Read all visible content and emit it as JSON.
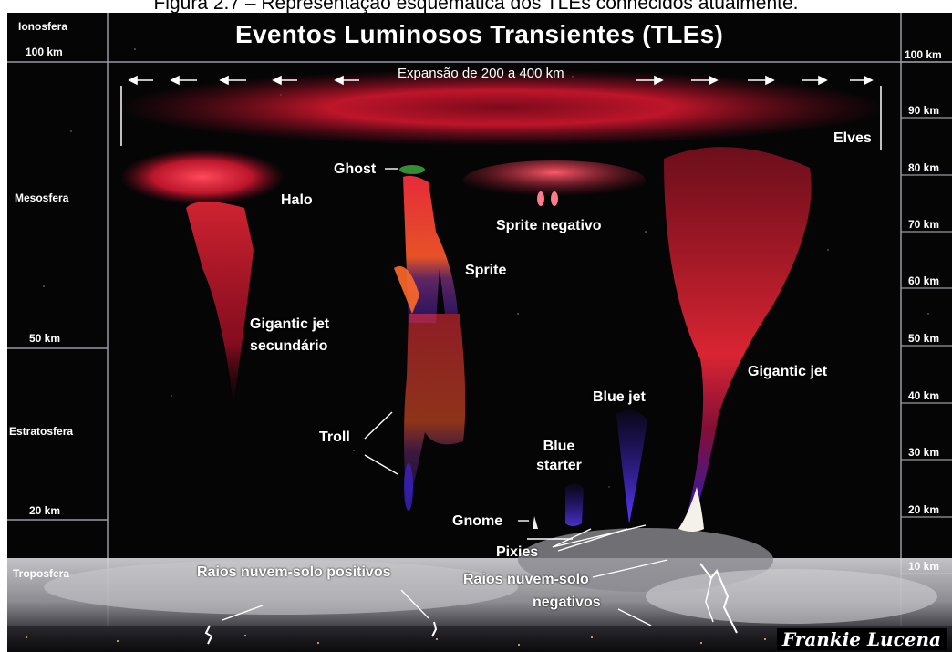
{
  "caption": "Figura 2.7 – Representação esquemática dos TLEs conhecidos atualmente.",
  "title": "Eventos Luminosos Transientes (TLEs)",
  "expansion": "Expansão de 200 a 400 km",
  "left_column": {
    "ionosfera": "Ionosfera",
    "km100": "100 km",
    "mesosfera": "Mesosfera",
    "km50": "50 km",
    "estratosfera": "Estratosfera",
    "km20": "20 km",
    "troposfera": "Troposfera"
  },
  "right_scale": [
    "100 km",
    "90 km",
    "80 km",
    "70 km",
    "60 km",
    "50 km",
    "40 km",
    "30 km",
    "20 km",
    "10 km"
  ],
  "labels": {
    "elves": "Elves",
    "ghost": "Ghost",
    "halo": "Halo",
    "sprite_negativo": "Sprite negativo",
    "sprite": "Sprite",
    "gigantic_jet_secundario_1": "Gigantic jet",
    "gigantic_jet_secundario_2": "secundário",
    "gigantic_jet": "Gigantic jet",
    "blue_jet": "Blue jet",
    "troll": "Troll",
    "blue_starter_1": "Blue",
    "blue_starter_2": "starter",
    "gnome": "Gnome",
    "pixies": "Pixies",
    "raios_positivos": "Raios nuvem-solo positivos",
    "raios_negativos_1": "Raios nuvem-solo",
    "raios_negativos_2": "negativos"
  },
  "signature": "Frankie Lucena",
  "colors": {
    "background": "#050506",
    "red_glow": "#d01830",
    "blue_jet": "#4a2aff",
    "cloud": "#b8b8bc",
    "ghost_green": "#3c9a3c"
  }
}
